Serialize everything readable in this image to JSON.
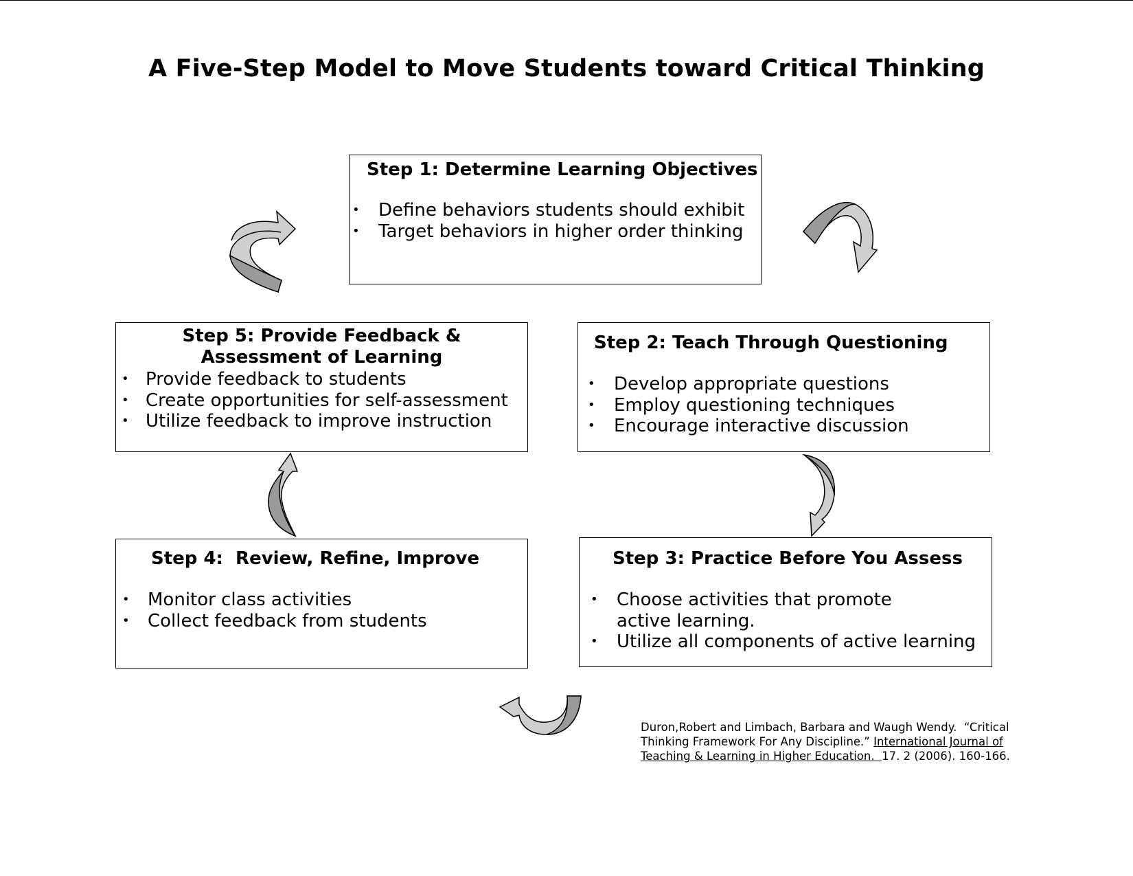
{
  "title": "A Five-Step Model to Move Students toward Critical Thinking",
  "steps": {
    "step1": {
      "heading": "Step 1: Determine Learning Objectives",
      "items": [
        "Define behaviors students should exhibit",
        "Target behaviors in higher order thinking"
      ]
    },
    "step2": {
      "heading": "Step 2: Teach Through Questioning",
      "items": [
        "Develop appropriate questions",
        "Employ questioning techniques",
        "Encourage interactive discussion"
      ]
    },
    "step3": {
      "heading": "Step 3: Practice Before You Assess",
      "items": [
        "Choose activities that promote active learning.",
        "Utilize all components of active learning"
      ]
    },
    "step4": {
      "heading": "Step 4:  Review, Refine, Improve",
      "items": [
        "Monitor class activities",
        "Collect feedback from students"
      ]
    },
    "step5": {
      "heading_line1": "Step 5:  Provide Feedback &",
      "heading_line2": "Assessment of Learning",
      "items": [
        "Provide feedback to students",
        "Create opportunities for self-assessment",
        "Utilize feedback to improve instruction"
      ]
    }
  },
  "bullet": "•",
  "citation": {
    "line1": "Duron,Robert and Limbach, Barbara and Waugh Wendy.  “Critical",
    "line2_plain": "Thinking Framework For Any Discipline.” ",
    "line2_underlined": "International Journal of",
    "line3_underlined": "Teaching & Learning in Higher Education.  ",
    "line3_plain": "17. 2 (2006). 160-166."
  },
  "colors": {
    "arrow_dark": "#9a9a9a",
    "arrow_light": "#cfcfcf",
    "stroke": "#000000"
  }
}
